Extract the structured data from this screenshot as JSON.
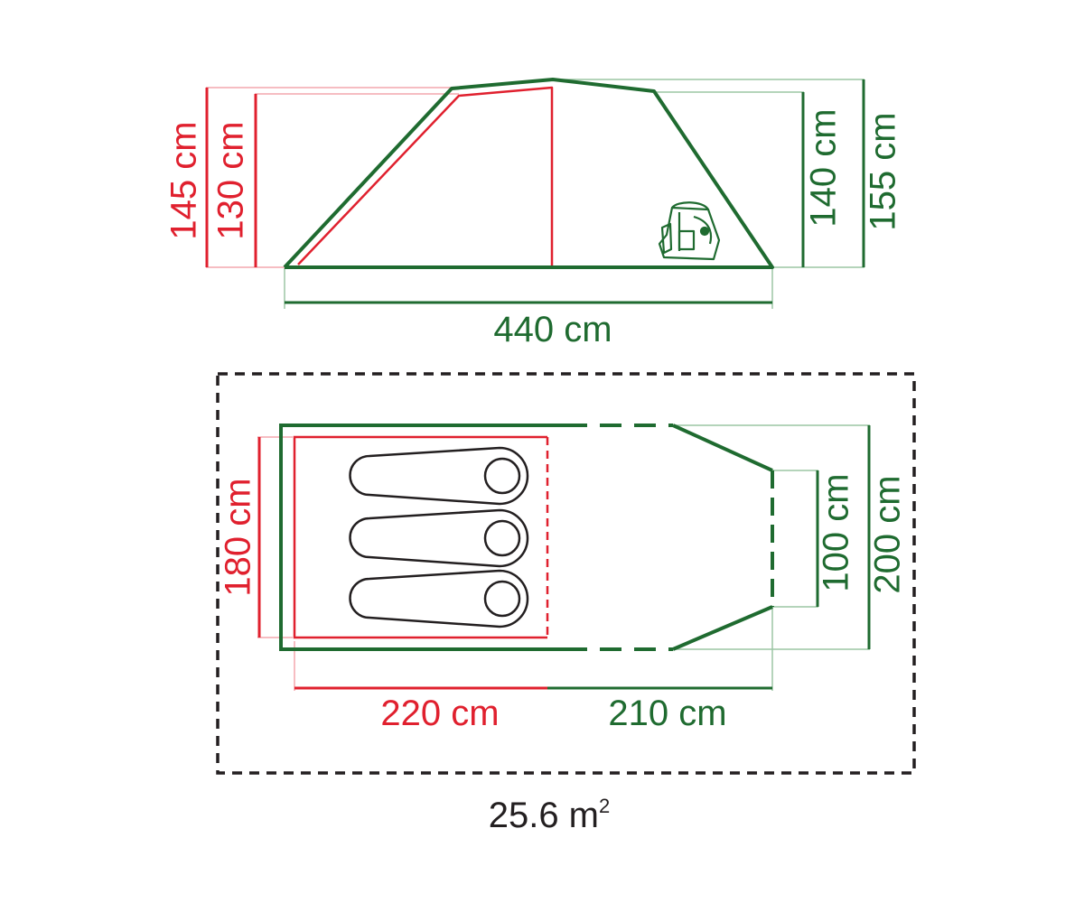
{
  "colors": {
    "inner_tent": "#e0202e",
    "outer_tent": "#1f6b30",
    "guide_red": "#f4a7ad",
    "guide_green": "#9cc5a4",
    "footprint": "#231f20"
  },
  "side_view": {
    "height_inner_outer": "145 cm",
    "height_inner": "130 cm",
    "height_porch": "140 cm",
    "height_total": "155 cm",
    "length_total": "440 cm",
    "backpack_icon": "backpack-icon"
  },
  "floor_plan": {
    "width_inner": "180 cm",
    "length_inner": "220 cm",
    "length_porch": "210 cm",
    "door_width": "100 cm",
    "width_total": "200 cm",
    "sleeping_bags": [
      "sleeping-bag-icon",
      "sleeping-bag-icon",
      "sleeping-bag-icon"
    ]
  },
  "area": {
    "value": "25.6 m",
    "unit_superscript": "2"
  }
}
